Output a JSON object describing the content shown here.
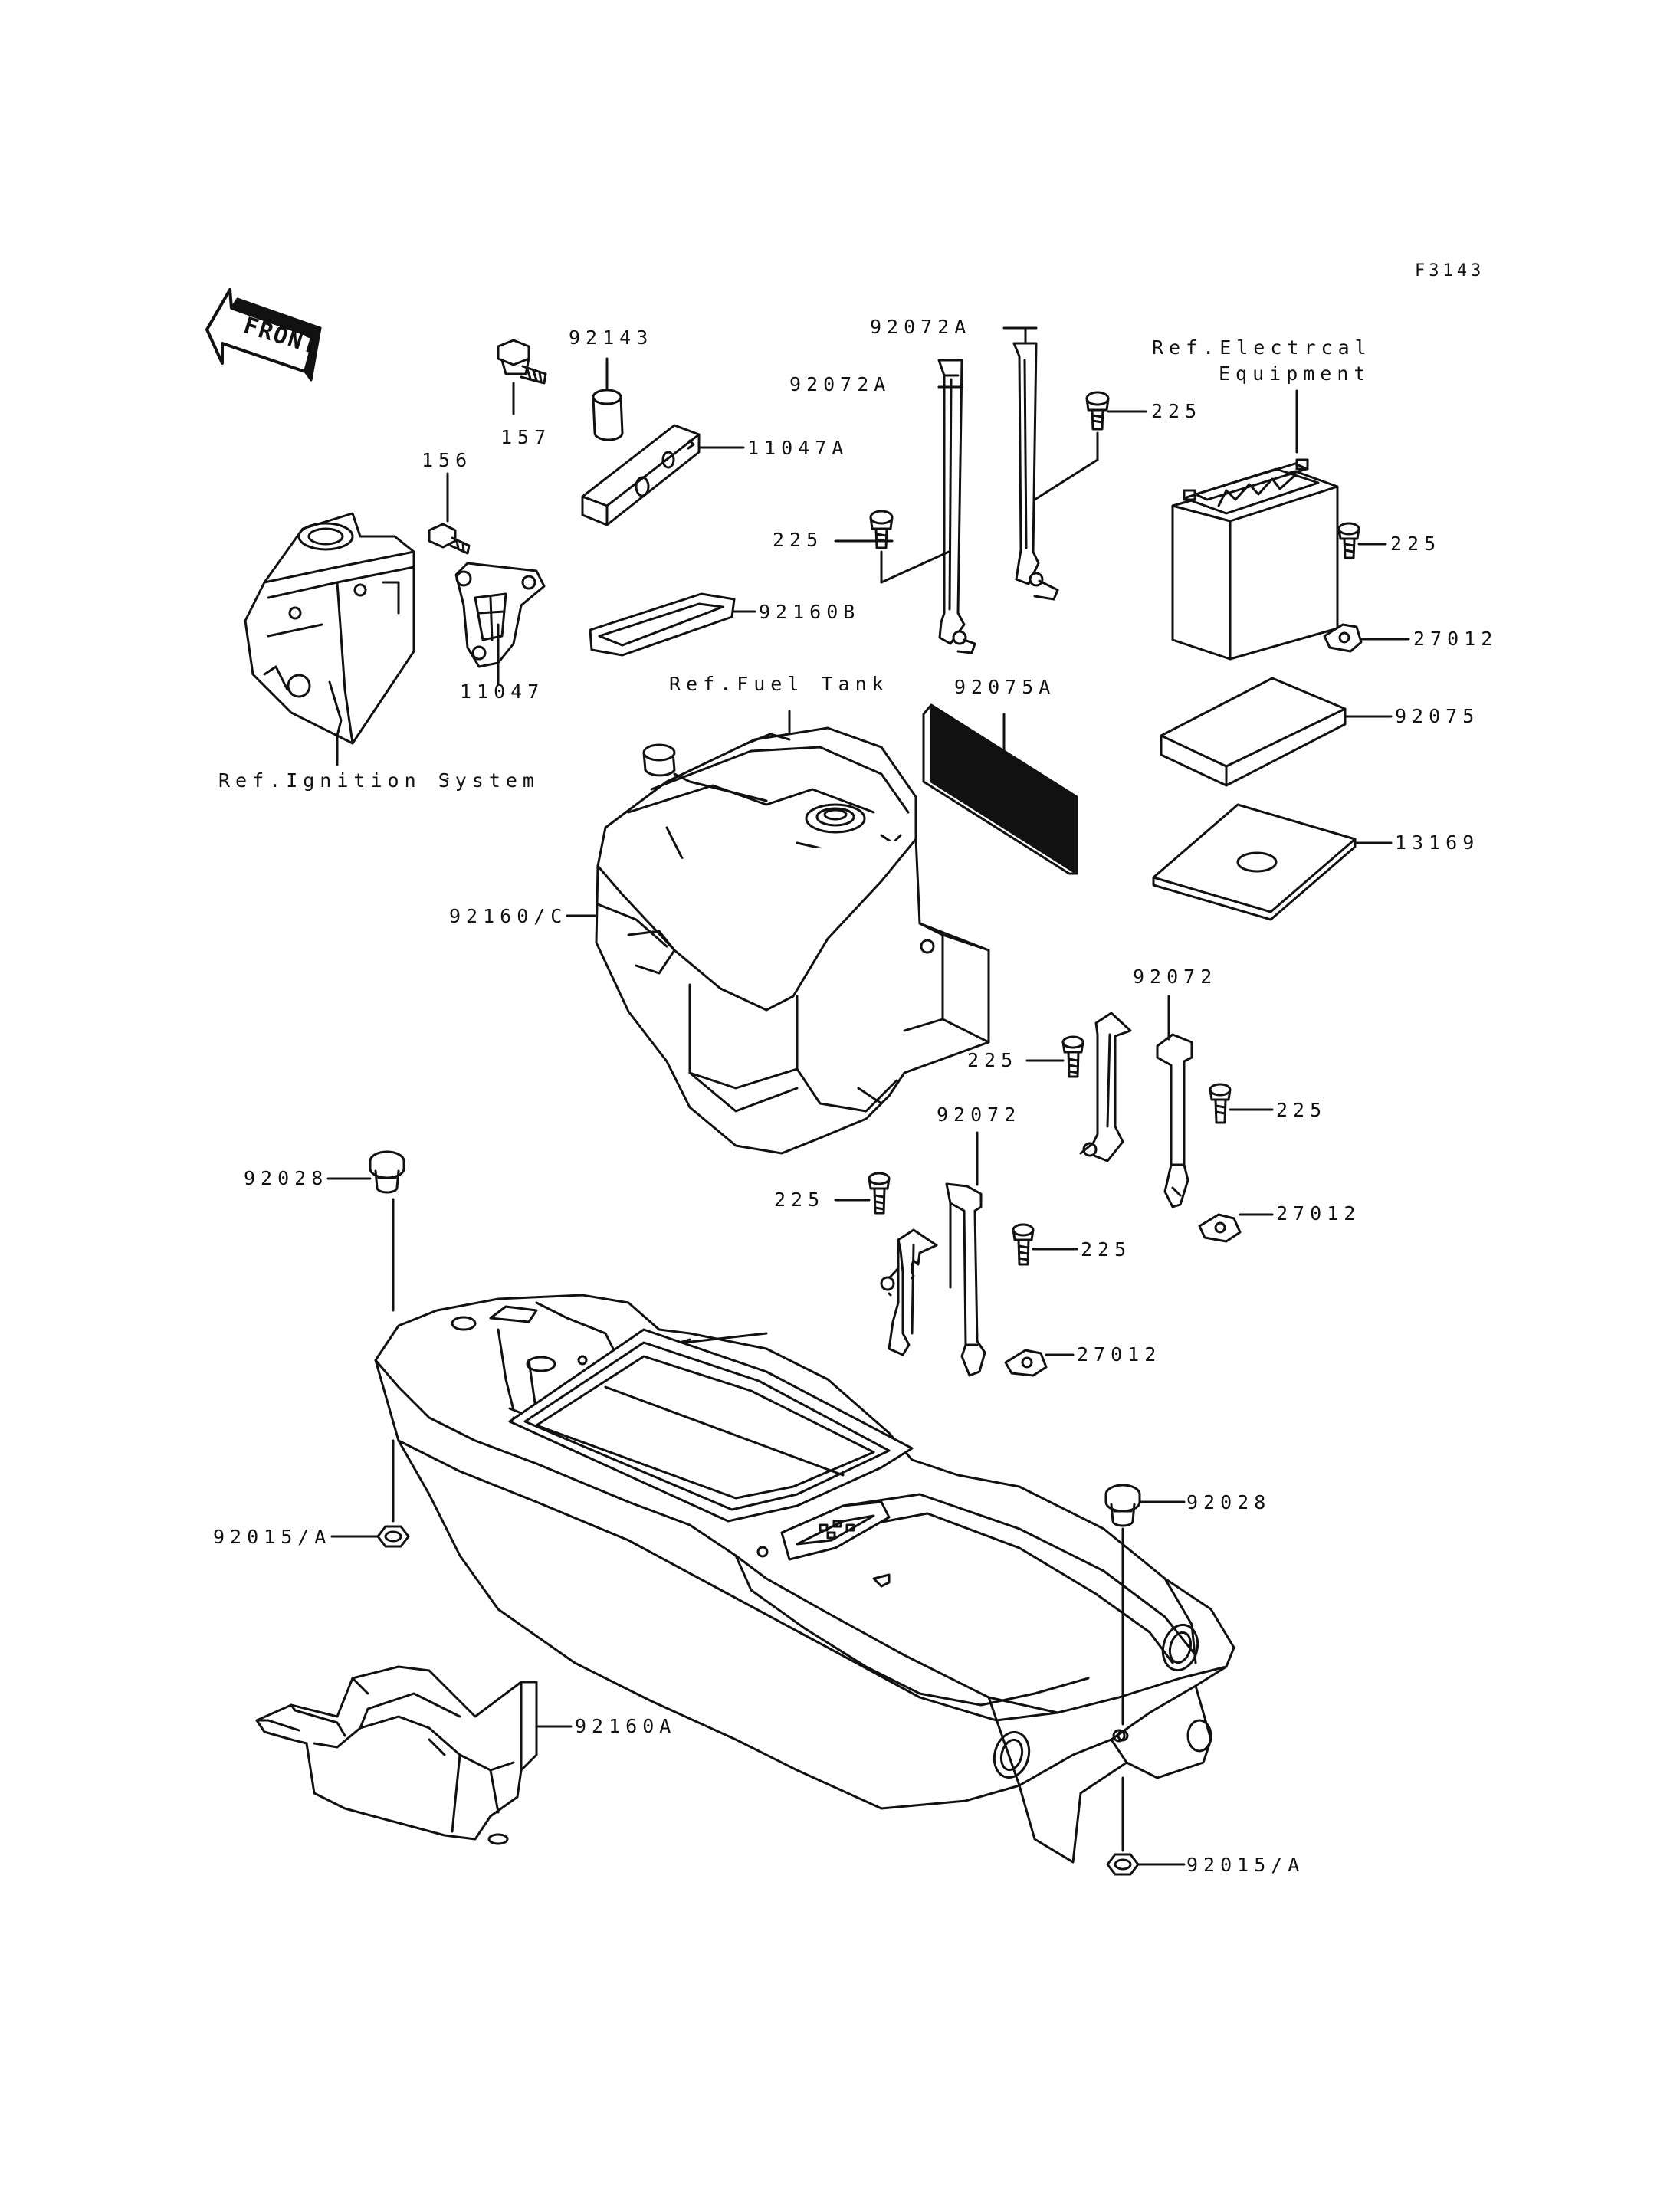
{
  "figure_code": "F3143",
  "direction_label": "FRONT",
  "references": {
    "ignition": "Ref.Ignition System",
    "fuel_tank": "Ref.Fuel Tank",
    "electrical_1": "Ref.Electrcal",
    "electrical_2": "Equipment"
  },
  "parts": {
    "p157": "157",
    "p156": "156",
    "p92143": "92143",
    "p11047A": "11047A",
    "p11047": "11047",
    "p92160B": "92160B",
    "p225_a": "225",
    "p92072A_a": "92072A",
    "p92072A_b": "92072A",
    "p225_b": "225",
    "p225_c": "225",
    "p27012_a": "27012",
    "p92075A": "92075A",
    "p92075": "92075",
    "p13169": "13169",
    "p92160C": "92160/C",
    "p92072_a": "92072",
    "p225_d": "225",
    "p225_e": "225",
    "p27012_b": "27012",
    "p92072_b": "92072",
    "p225_f": "225",
    "p225_g": "225",
    "p27012_c": "27012",
    "p92028_a": "92028",
    "p92015A_a": "92015/A",
    "p92028_b": "92028",
    "p92160A": "92160A",
    "p92015A_b": "92015/A"
  }
}
